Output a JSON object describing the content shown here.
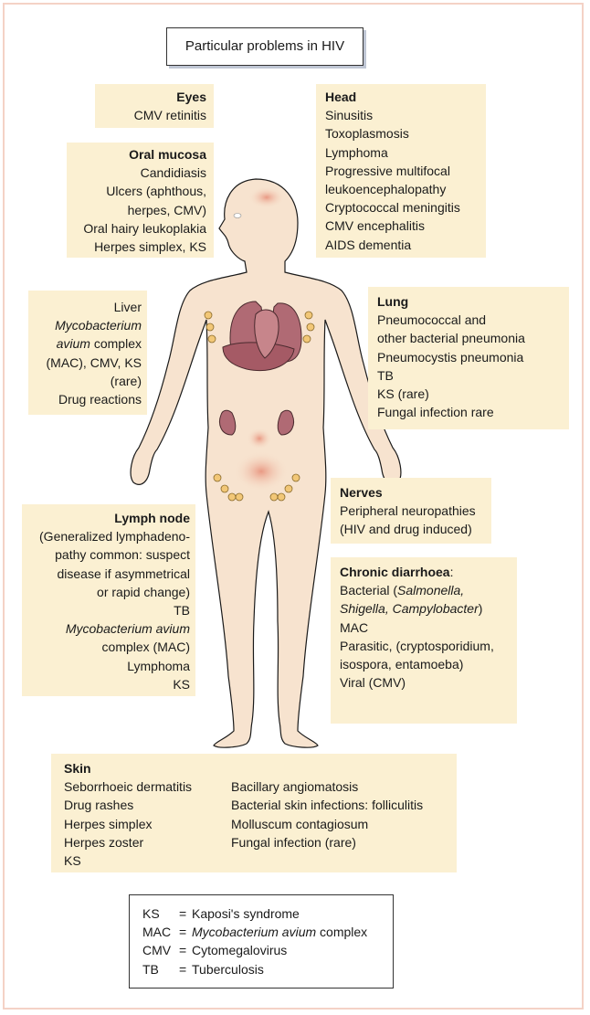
{
  "title": "Particular problems in HIV",
  "eyes": {
    "title": "Eyes",
    "lines": [
      "CMV retinitis"
    ]
  },
  "oral": {
    "title": "Oral mucosa",
    "lines": [
      "Candidiasis",
      "Ulcers (aphthous,",
      "herpes, CMV)",
      "Oral hairy leukoplakia",
      "Herpes simplex, KS"
    ]
  },
  "head": {
    "title": "Head",
    "lines": [
      "Sinusitis",
      "Toxoplasmosis",
      "Lymphoma",
      "Progressive multifocal",
      "leukoencephalopathy",
      "Cryptococcal meningitis",
      "CMV encephalitis",
      "AIDS dementia"
    ]
  },
  "liver": {
    "l1": "Liver",
    "l2": "Mycobacterium",
    "l3a": "avium",
    "l3b": " complex",
    "l4": "(MAC), CMV, KS",
    "l5": "(rare)",
    "l6": "Drug reactions"
  },
  "lung": {
    "title": "Lung",
    "lines": [
      "Pneumococcal and",
      "other bacterial pneumonia",
      "Pneumocystis pneumonia",
      "TB",
      "KS (rare)",
      "Fungal infection rare"
    ]
  },
  "nerves": {
    "title": "Nerves",
    "lines": [
      "Peripheral neuropathies",
      "(HIV and drug induced)"
    ]
  },
  "lymph": {
    "title": "Lymph node",
    "l1": "(Generalized lymphadeno-",
    "l2": "pathy common: suspect",
    "l3": "disease if asymmetrical",
    "l4": "or rapid change)",
    "l5": "TB",
    "l6": "Mycobacterium avium",
    "l7": "complex (MAC)",
    "l8": "Lymphoma",
    "l9": "KS"
  },
  "diarrhoea": {
    "title": "Chronic diarrhoea",
    "colon": ":",
    "l1a": "Bacterial (",
    "l1b": "Salmonella,",
    "l2a": "Shigella, Campylobacter",
    "l2b": ")",
    "l3": "MAC",
    "l4": "Parasitic, (cryptosporidium,",
    "l5": "isospora, entamoeba)",
    "l6": "Viral (CMV)"
  },
  "skin": {
    "title": "Skin",
    "left": [
      "Seborrhoeic dermatitis",
      "Drug rashes",
      "Herpes simplex",
      "Herpes zoster",
      "KS"
    ],
    "right": [
      "Bacillary angiomatosis",
      "Bacterial skin infections: folliculitis",
      "Molluscum contagiosum",
      "Fungal infection (rare)"
    ]
  },
  "legend": {
    "rows": [
      {
        "abbr": "KS",
        "eq": "=",
        "text": "Kaposi's syndrome"
      },
      {
        "abbr": "MAC",
        "eq": "=",
        "italic": "Mycobacterium avium",
        "text": " complex"
      },
      {
        "abbr": "CMV",
        "eq": "=",
        "text": "Cytomegalovirus"
      },
      {
        "abbr": "TB",
        "eq": "=",
        "text": "Tuberculosis"
      }
    ]
  },
  "colors": {
    "box_fill": "#fbf0d2",
    "skin": "#f7e3cf",
    "outline": "#1a1a1a",
    "organ": "#b06a74",
    "node": "#f2c777",
    "frame": "#f4d2c6"
  }
}
